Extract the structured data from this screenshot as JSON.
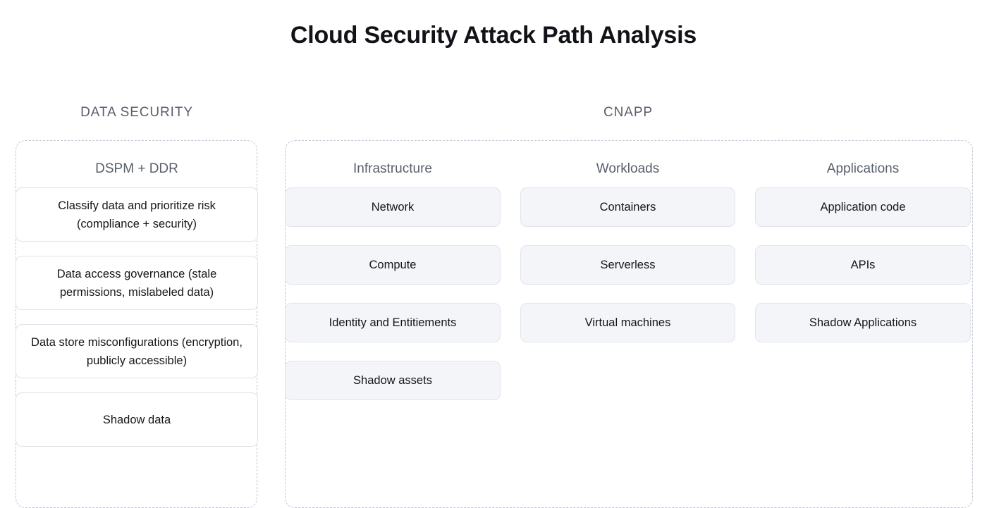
{
  "title": "Cloud Security Attack Path Analysis",
  "groups": [
    {
      "name": "data-security",
      "header": "DATA SECURITY",
      "columns": [
        {
          "label": "DSPM + DDR",
          "style": "white",
          "cards": [
            "Classify data and prioritize risk (compliance + security)",
            "Data access governance (stale permissions, mislabeled data)",
            "Data store misconfigurations (encryption, publicly accessible)",
            "Shadow data"
          ]
        }
      ]
    },
    {
      "name": "cnapp",
      "header": "CNAPP",
      "columns": [
        {
          "label": "Infrastructure",
          "style": "grey",
          "cards": [
            "Network",
            "Compute",
            "Identity and Entitiements",
            "Shadow assets"
          ]
        },
        {
          "label": "Workloads",
          "style": "grey",
          "cards": [
            "Containers",
            "Serverless",
            "Virtual machines"
          ]
        },
        {
          "label": "Applications",
          "style": "grey",
          "cards": [
            "Application code",
            "APIs",
            "Shadow Applications"
          ]
        }
      ]
    }
  ],
  "colors": {
    "title": "#111318",
    "header_text": "#585f6b",
    "card_text": "#14161a",
    "dashed_border": "#c2c6d2",
    "white_card_bg": "#ffffff",
    "white_card_border": "#dfe2ea",
    "grey_card_bg": "#f4f5f9",
    "grey_card_border": "#e2e5ee",
    "background": "#ffffff"
  }
}
